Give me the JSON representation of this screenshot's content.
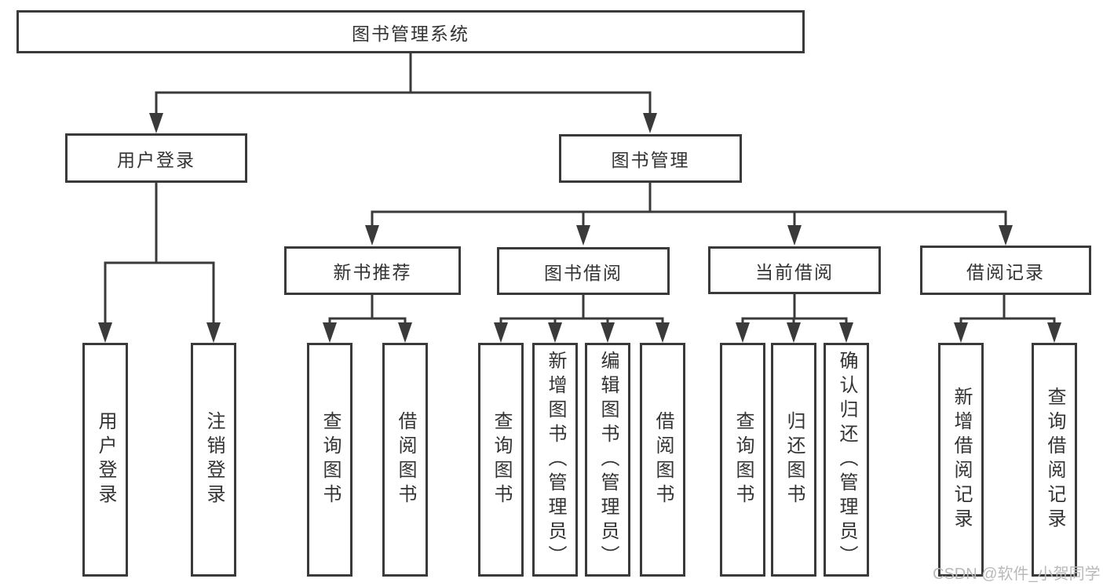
{
  "diagram": {
    "root": "图书管理系统",
    "level2": {
      "user_login": "用户登录",
      "book_mgmt": "图书管理"
    },
    "level3": {
      "recommend": "新书推荐",
      "borrow": "图书借阅",
      "current": "当前借阅",
      "records": "借阅记录"
    },
    "leaves": {
      "user": [
        "用户登录",
        "注销登录"
      ],
      "recommend": [
        "查询图书",
        "借阅图书"
      ],
      "borrow": [
        "查询图书",
        "新增图书（管理员）",
        "编辑图书（管理员）",
        "借阅图书"
      ],
      "current": [
        "查询图书",
        "归还图书",
        "确认归还（管理员）"
      ],
      "records": [
        "新增借阅记录",
        "查询借阅记录"
      ]
    }
  },
  "watermark": "CSDN @软件_小贺同学",
  "colors": {
    "line": "#3a3a3a",
    "text": "#333333",
    "watermark": "#b9b9b9",
    "background": "#ffffff"
  }
}
